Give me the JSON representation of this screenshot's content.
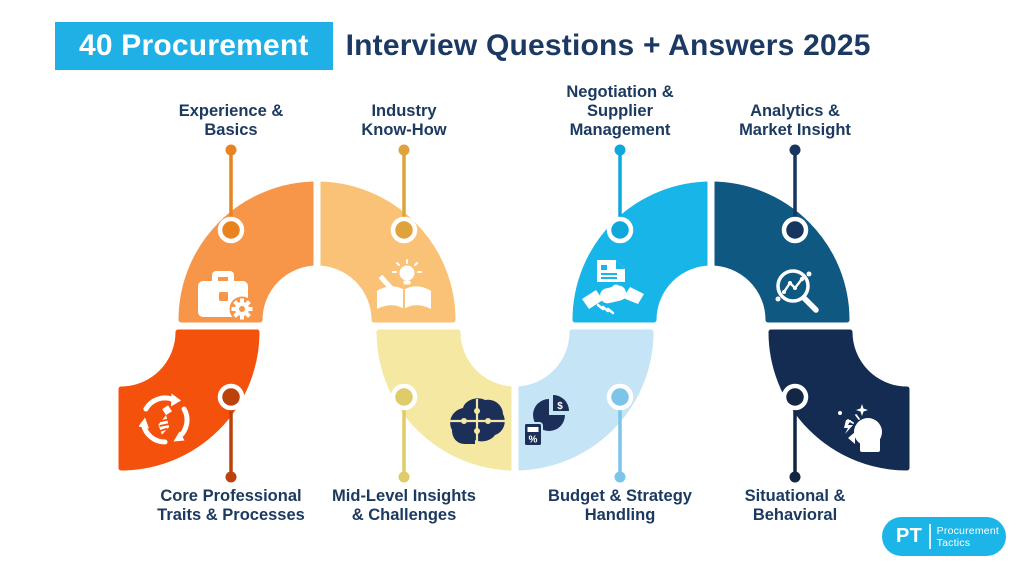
{
  "title": {
    "highlight": "40 Procurement",
    "rest": "Interview Questions + Answers 2025"
  },
  "categories": [
    {
      "name": "experience-basics",
      "lines": [
        "Experience &",
        "Basics"
      ],
      "icon": "briefcase-gear-icon",
      "color": "#F79549",
      "accent": "#E8831F",
      "label_position": "top"
    },
    {
      "name": "industry-know-how",
      "lines": [
        "Industry",
        "Know-How"
      ],
      "icon": "book-pencil-bulb-icon",
      "color": "#F9C277",
      "accent": "#DFA33E",
      "label_position": "top"
    },
    {
      "name": "negotiation-supplier-management",
      "lines": [
        "Negotiation &",
        "Supplier",
        "Management"
      ],
      "icon": "handshake-contract-icon",
      "color": "#18B5E9",
      "accent": "#0FA8DC",
      "label_position": "top"
    },
    {
      "name": "analytics-market-insight",
      "lines": [
        "Analytics &",
        "Market Insight"
      ],
      "icon": "magnifier-chart-icon",
      "color": "#0F5881",
      "accent": "#16365F",
      "label_position": "top"
    },
    {
      "name": "core-professional-traits-processes",
      "lines": [
        "Core Professional",
        "Traits & Processes"
      ],
      "icon": "recycle-tie-icon",
      "color": "#F4520C",
      "accent": "#BB430B",
      "label_position": "bottom"
    },
    {
      "name": "mid-level-insights-challenges",
      "lines": [
        "Mid-Level Insights",
        "& Challenges"
      ],
      "icon": "brain-puzzle-icon",
      "color": "#F5E8A2",
      "accent": "#DFCB6A",
      "label_position": "bottom"
    },
    {
      "name": "budget-strategy-handling",
      "lines": [
        "Budget & Strategy",
        "Handling"
      ],
      "icon": "pie-chart-calculator-icon",
      "color": "#C5E4F6",
      "accent": "#7CC5E8",
      "label_position": "bottom"
    },
    {
      "name": "situational-behavioral",
      "lines": [
        "Situational &",
        "Behavioral"
      ],
      "icon": "head-ideas-icon",
      "color": "#152C52",
      "accent": "#132644",
      "label_position": "bottom"
    }
  ],
  "logo": {
    "monogram": "PT",
    "name_line1": "Procurement",
    "name_line2": "Tactics",
    "color": "#1CB5E8"
  },
  "colors": {
    "background": "#FFFFFF",
    "title_highlight_bg": "#1FB0E6",
    "title_highlight_text": "#FFFFFF",
    "title_text": "#1B3963",
    "label_text": "#1C3A60"
  }
}
